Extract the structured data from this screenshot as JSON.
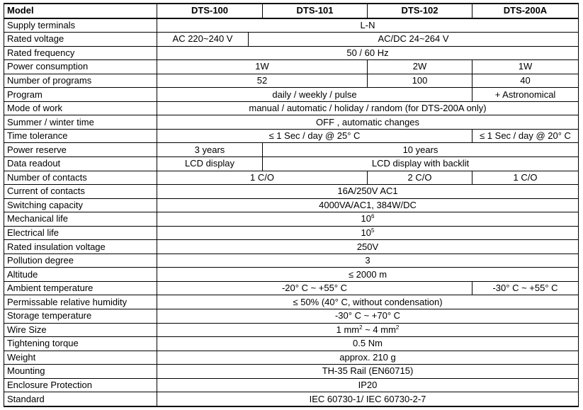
{
  "header": {
    "label": "Model",
    "models": [
      "DTS-100",
      "DTS-101",
      "DTS-102",
      "DTS-200A"
    ]
  },
  "rows": {
    "supply_terminals": {
      "label": "Supply terminals",
      "all": "L-N"
    },
    "rated_voltage": {
      "label": "Rated voltage",
      "dts100": "AC 220~240 V",
      "rest": "AC/DC 24~264 V"
    },
    "rated_frequency": {
      "label": "Rated frequency",
      "all": "50 / 60 Hz"
    },
    "power_consumption": {
      "label": "Power consumption",
      "dts100_101": "1W",
      "dts102": "2W",
      "dts200a": "1W"
    },
    "number_of_programs": {
      "label": "Number of programs",
      "dts100_101": "52",
      "dts102": "100",
      "dts200a": "40"
    },
    "program": {
      "label": "Program",
      "dts100_102": "daily / weekly / pulse",
      "dts200a": "+ Astronomical"
    },
    "mode_of_work": {
      "label": "Mode of work",
      "all": "manual / automatic / holiday / random (for DTS-200A only)"
    },
    "summer_winter": {
      "label": "Summer / winter time",
      "all": "OFF , automatic changes"
    },
    "time_tolerance": {
      "label": "Time tolerance",
      "dts100_102": "≤ 1 Sec / day @ 25° C",
      "dts200a": "≤ 1 Sec / day @ 20° C"
    },
    "power_reserve": {
      "label": "Power reserve",
      "dts100": "3 years",
      "rest": "10 years"
    },
    "data_readout": {
      "label": "Data readout",
      "dts100": "LCD display",
      "rest": "LCD display with backlit"
    },
    "number_of_contacts": {
      "label": "Number of contacts",
      "dts100_101": "1 C/O",
      "dts102": "2 C/O",
      "dts200a": "1 C/O"
    },
    "current_of_contacts": {
      "label": "Current of contacts",
      "all": "16A/250V AC1"
    },
    "switching_capacity": {
      "label": "Switching capacity",
      "all": "4000VA/AC1, 384W/DC"
    },
    "mechanical_life": {
      "label": "Mechanical life",
      "base": "10",
      "exp": "6"
    },
    "electrical_life": {
      "label": "Electrical life",
      "base": "10",
      "exp": "5"
    },
    "rated_insulation_voltage": {
      "label": "Rated insulation voltage",
      "all": "250V"
    },
    "pollution_degree": {
      "label": "Pollution degree",
      "all": "3"
    },
    "altitude": {
      "label": "Altitude",
      "all": "≤ 2000 m"
    },
    "ambient_temperature": {
      "label": "Ambient temperature",
      "dts100_102": "-20° C ~ +55° C",
      "dts200a": "-30° C ~ +55° C"
    },
    "relative_humidity": {
      "label": "Permissable relative humidity",
      "all": "≤ 50% (40° C, without condensation)"
    },
    "storage_temperature": {
      "label": "Storage temperature",
      "all": "-30° C ~ +70° C"
    },
    "wire_size": {
      "label": "Wire Size",
      "min": "1 mm",
      "sep": " ~ 4 mm",
      "exp": "2"
    },
    "tightening_torque": {
      "label": "Tightening torque",
      "all": "0.5 Nm"
    },
    "weight": {
      "label": "Weight",
      "all": "approx. 210 g"
    },
    "mounting": {
      "label": "Mounting",
      "all": "TH-35 Rail (EN60715)"
    },
    "enclosure_protection": {
      "label": "Enclosure Protection",
      "all": "IP20"
    },
    "standard": {
      "label": "Standard",
      "all": "IEC 60730-1/ IEC 60730-2-7"
    }
  }
}
